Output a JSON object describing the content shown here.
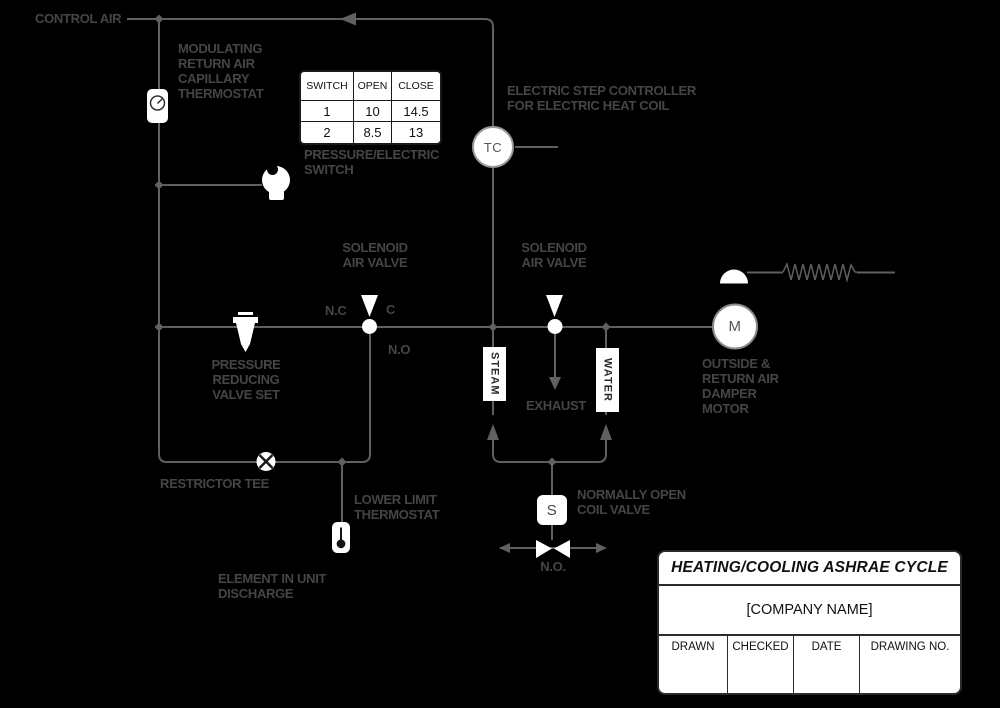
{
  "labels": {
    "control_air": "CONTROL AIR",
    "modulating_thermostat": "MODULATING\nRETURN AIR\nCAPILLARY\nTHERMOSTAT",
    "pressure_electric_switch": "PRESSURE/ELECTRIC\nSWITCH",
    "electric_step_controller": "ELECTRIC STEP CONTROLLER\nFOR ELECTRIC HEAT COIL",
    "solenoid_air_valve_left": "SOLENOID\nAIR VALVE",
    "solenoid_air_valve_right": "SOLENOID\nAIR VALVE",
    "pressure_reducing_valve_set": "PRESSURE\nREDUCING\nVALVE SET",
    "normally_closed_port": "N.C",
    "common_port": "C",
    "normally_open_port": "N.O",
    "steam": "STEAM",
    "water": "WATER",
    "exhaust": "EXHAUST",
    "damper_motor": "OUTSIDE &\nRETURN AIR\nDAMPER\nMOTOR",
    "restrictor_tee": "RESTRICTOR TEE",
    "lower_limit_thermostat": "LOWER LIMIT\nTHERMOSTAT",
    "element_in_unit_discharge": "ELEMENT IN UNIT\nDISCHARGE",
    "normally_open_coil_valve": "NORMALLY OPEN\nCOIL VALVE",
    "coil_valve_no": "N.O.",
    "tc_node": "TC",
    "motor_node": "M",
    "solenoid_node": "S"
  },
  "pe_table": {
    "headers": [
      "SWITCH",
      "OPEN",
      "CLOSE"
    ],
    "rows": [
      [
        "1",
        "10",
        "14.5"
      ],
      [
        "2",
        "8.5",
        "13"
      ]
    ]
  },
  "title_block": {
    "title": "HEATING/COOLING ASHRAE CYCLE",
    "company": "[COMPANY NAME]",
    "columns": [
      "DRAWN",
      "CHECKED",
      "DATE",
      "DRAWING NO."
    ]
  },
  "colors": {
    "background": "#000000",
    "line_gray": "#606060",
    "label_gray": "#454545",
    "symbol_white": "#ffffff"
  }
}
